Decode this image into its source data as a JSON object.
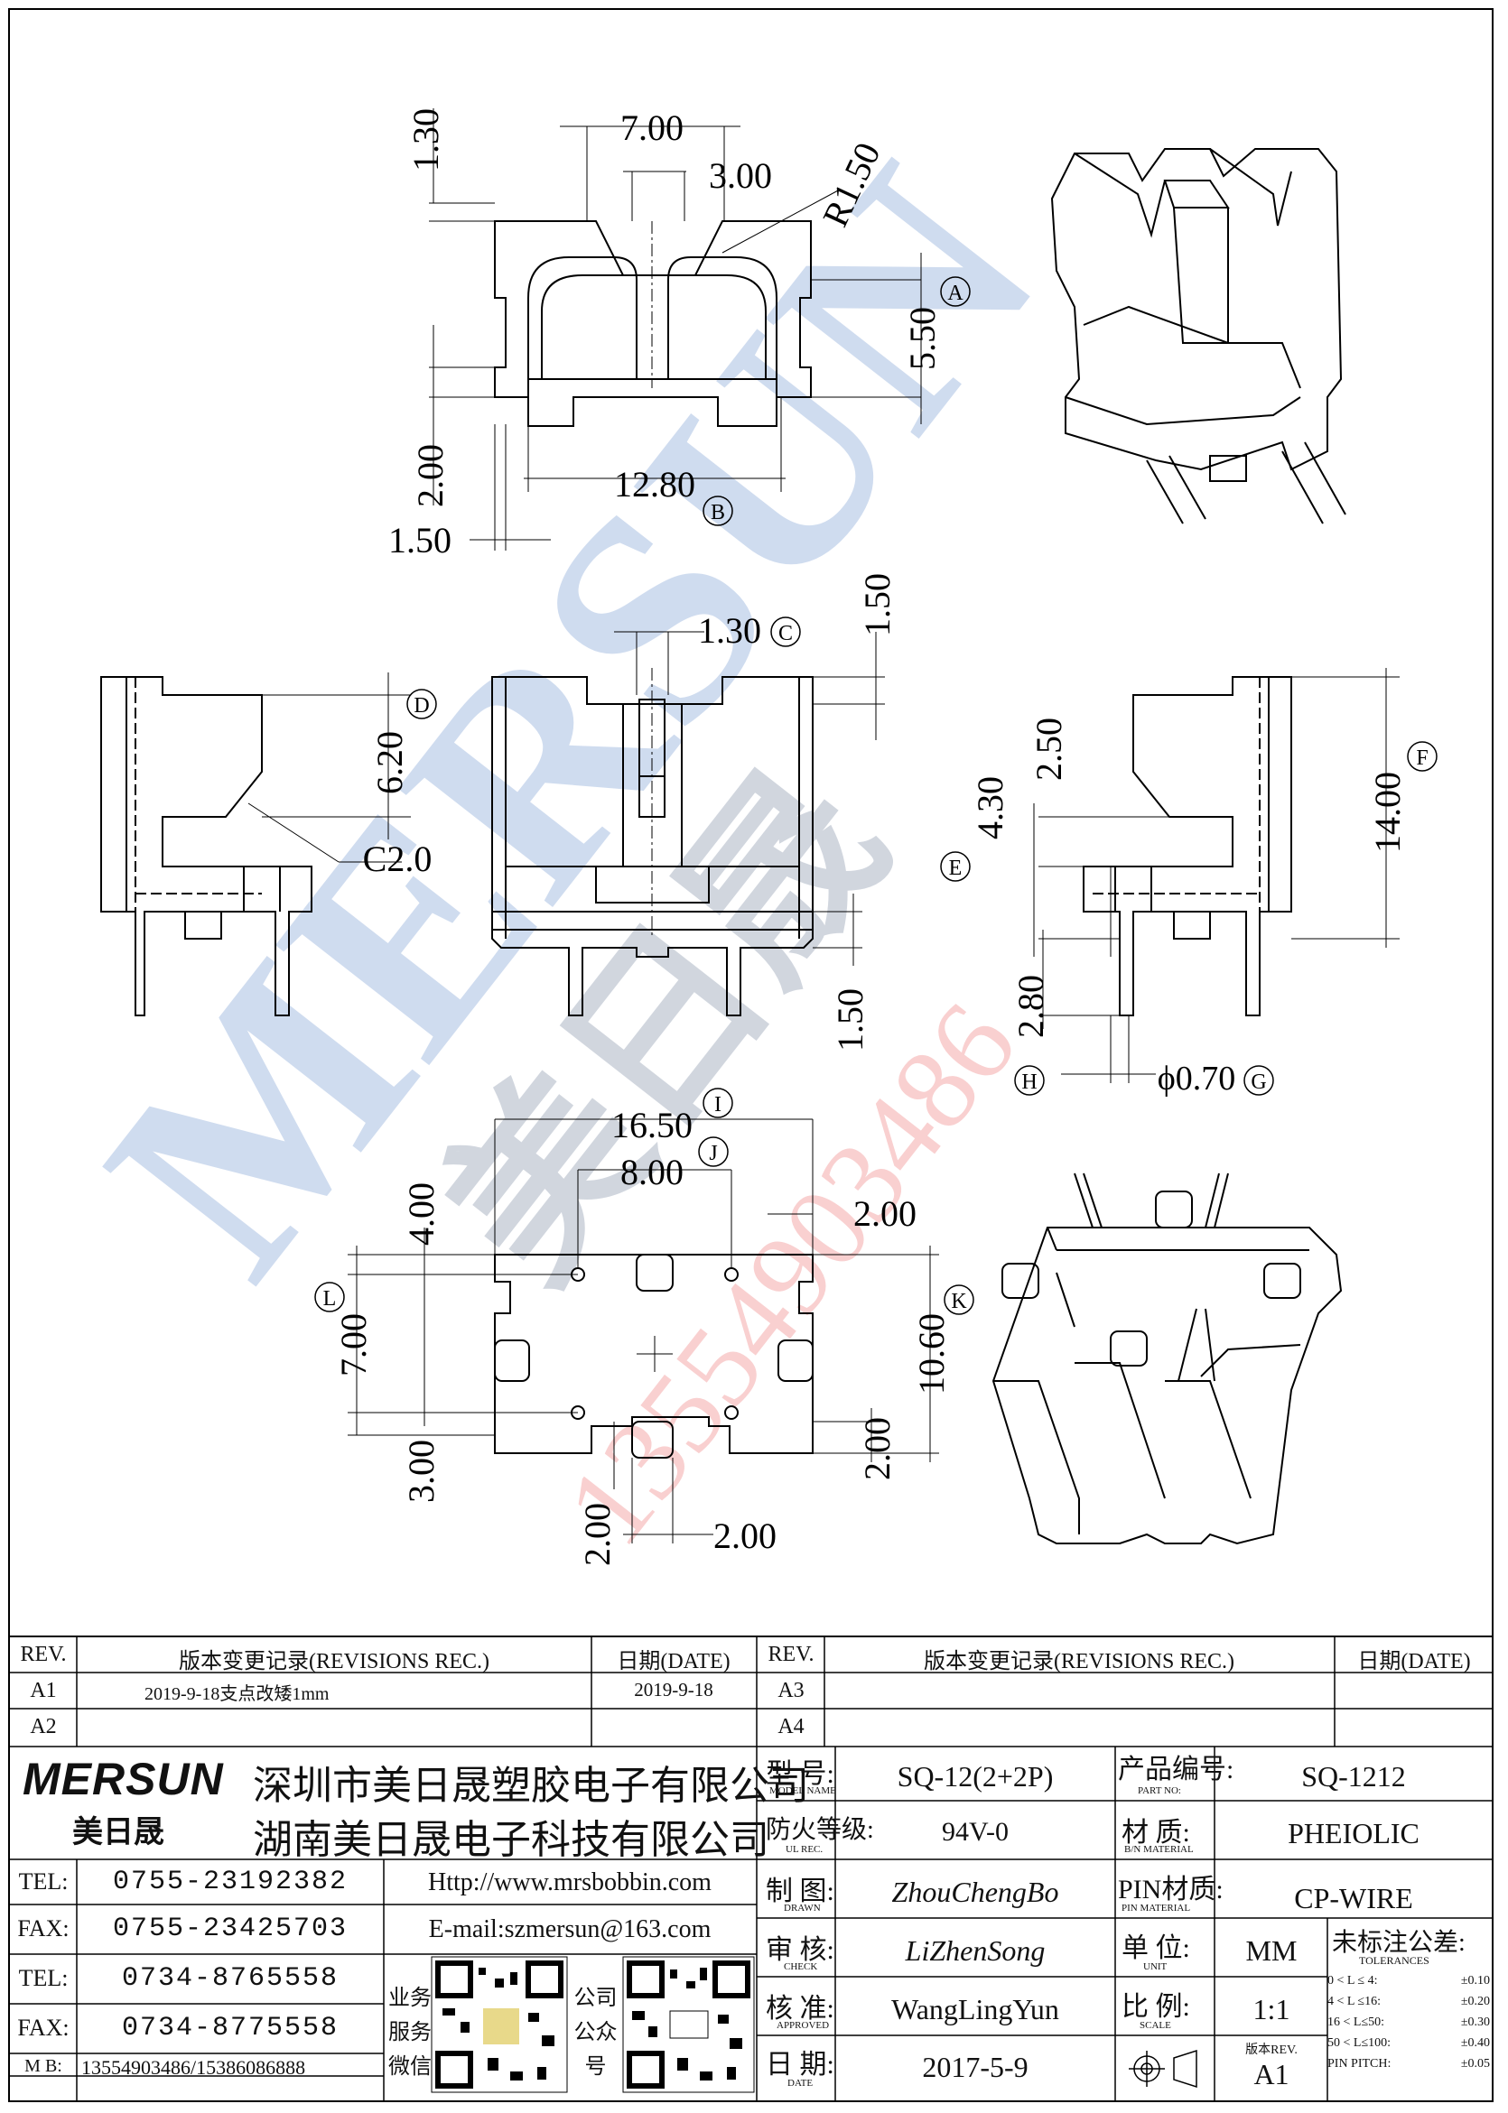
{
  "dimensions": {
    "top_view": {
      "d700": "7.00",
      "d300": "3.00",
      "d130": "1.30",
      "r150": "R1.50",
      "d550": "5.50",
      "d1280": "12.80",
      "d200": "2.00",
      "d150": "1.50",
      "ref_a": "A",
      "ref_b": "B"
    },
    "front_view": {
      "d130": "1.30",
      "ref_c": "C",
      "d150_top": "1.50",
      "d150_bot": "1.50"
    },
    "left_view": {
      "d620": "6.20",
      "ref_d": "D",
      "c20": "C2.0"
    },
    "right_view": {
      "d250": "2.50",
      "d430": "4.30",
      "ref_e": "E",
      "d1400": "14.00",
      "ref_f": "F",
      "d280": "2.80",
      "ref_h": "H",
      "phi070": "ϕ0.70",
      "ref_g": "G"
    },
    "bottom_view": {
      "d1650": "16.50",
      "ref_i": "I",
      "d800": "8.00",
      "ref_j": "J",
      "d200_r": "2.00",
      "ref_k": "K",
      "d400": "4.00",
      "ref_l": "L",
      "d700": "7.00",
      "d1060": "10.60",
      "d300": "3.00",
      "d200_br": "2.00",
      "d200_bl": "2.00",
      "d200_b": "2.00"
    }
  },
  "watermark": {
    "brand": "MERSUN",
    "chinese": "美日晟",
    "phone": "13554903486"
  },
  "revisions_left": {
    "header": {
      "rev": "REV.",
      "desc": "版本变更记录(REVISIONS REC.)",
      "date": "日期(DATE)"
    },
    "rows": [
      {
        "rev": "A1",
        "desc": "2019-9-18支点改矮1mm",
        "date": "2019-9-18"
      },
      {
        "rev": "A2",
        "desc": "",
        "date": ""
      }
    ]
  },
  "revisions_right": {
    "header": {
      "rev": "REV.",
      "desc": "版本变更记录(REVISIONS REC.)",
      "date": "日期(DATE)"
    },
    "rows": [
      {
        "rev": "A3",
        "desc": "",
        "date": ""
      },
      {
        "rev": "A4",
        "desc": "",
        "date": ""
      }
    ]
  },
  "company": {
    "logo": "MERSUN",
    "logo_cn": "美日晟",
    "name1": "深圳市美日晟塑胶电子有限公司",
    "name2": "湖南美日晟电子科技有限公司",
    "contacts": [
      {
        "label": "TEL:",
        "value": "0755-23192382"
      },
      {
        "label": "FAX:",
        "value": "0755-23425703"
      },
      {
        "label": "TEL:",
        "value": "0734-8765558"
      },
      {
        "label": "FAX:",
        "value": "0734-8775558"
      }
    ],
    "mb_label": "M B:",
    "mb_value": "13554903486/15386086888",
    "http": "Http://www.mrsbobbin.com",
    "email": "E-mail:szmersun@163.com",
    "qr1_label": [
      "业务",
      "服务",
      "微信"
    ],
    "qr2_label": [
      "公司",
      "公众",
      "号"
    ]
  },
  "spec": {
    "model_label": "型  号:",
    "model_label_en": "MODEL NAME",
    "model": "SQ-12(2+2P)",
    "part_label": "产品编号:",
    "part_label_en": "PART NO:",
    "part": "SQ-1212",
    "ul_label": "防火等级:",
    "ul_label_en": "UL REC.",
    "ul": "94V-0",
    "material_label": "材  质:",
    "material_label_en": "B/N MATERIAL",
    "material": "PHEIOLIC",
    "drawn_label": "制  图:",
    "drawn_label_en": "DRAWN",
    "drawn": "ZhouChengBo",
    "pin_label": "PIN材质:",
    "pin_label_en": "PIN MATERIAL",
    "pin": "CP-WIRE",
    "check_label": "审  核:",
    "check_label_en": "CHECK",
    "check": "LiZhenSong",
    "unit_label": "单  位:",
    "unit_label_en": "UNIT",
    "unit": "MM",
    "approved_label": "核  准:",
    "approved_label_en": "APPROVED",
    "approved": "WangLingYun",
    "scale_label": "比  例:",
    "scale_label_en": "SCALE",
    "scale": "1:1",
    "date_label": "日  期:",
    "date_label_en": "DATE",
    "date": "2017-5-9",
    "rev_label": "版本REV.",
    "rev": "A1",
    "tol_title": "未标注公差:",
    "tol_title_en": "TOLERANCES",
    "tolerances": [
      {
        "range": "0 < L ≤ 4:",
        "val": "±0.10"
      },
      {
        "range": "4 < L ≤16:",
        "val": "±0.20"
      },
      {
        "range": "16 < L≤50:",
        "val": "±0.30"
      },
      {
        "range": "50 < L≤100:",
        "val": "±0.40"
      },
      {
        "range": "PIN PITCH:",
        "val": "±0.05"
      }
    ]
  }
}
